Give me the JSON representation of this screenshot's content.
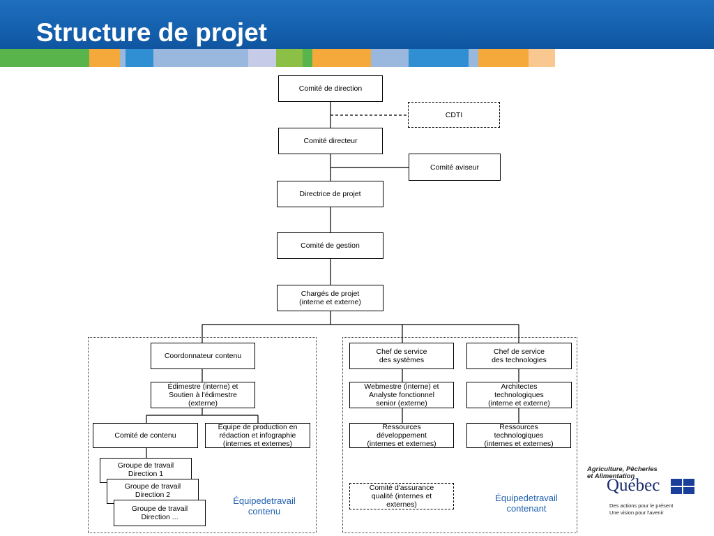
{
  "header": {
    "title": "Structure de projet"
  },
  "bar_colors": [
    "#58b44b",
    "#f5a93b",
    "#9ab7dd",
    "#2f8fd2",
    "#9ab7dd",
    "#c6cbe8",
    "#8bbf45",
    "#58b44b",
    "#f5a93b",
    "#9ab7dd",
    "#2f8fd2",
    "#9ab7dd",
    "#f5a93b",
    "#f9c890",
    "#ffffff"
  ],
  "boxes": {
    "comite_direction": {
      "l1": "Comité de direction"
    },
    "cdti": {
      "l1": "CDTI"
    },
    "comite_directeur": {
      "l1": "Comité directeur"
    },
    "comite_aviseur": {
      "l1": "Comité aviseur"
    },
    "directrice_projet": {
      "l1": "Directrice de projet"
    },
    "comite_gestion": {
      "l1": "Comité de gestion"
    },
    "charges_projet": {
      "l1": "Chargés de projet",
      "l2": "(interne et externe)"
    },
    "coordonnateur_contenu": {
      "l1": "Coordonnateur contenu"
    },
    "edimestre": {
      "l1": "Édimestre (interne) et",
      "l1b": "Soutien à l'édimestre",
      "l2": "(externe)"
    },
    "comite_contenu": {
      "l1": "Comité de contenu"
    },
    "equipe_production": {
      "l1": "Équipe de production en",
      "l1b": "rédaction et infographie",
      "l2": "(internes et externes)"
    },
    "groupe1": {
      "l1": "Groupe de travail",
      "l1b": "Direction 1"
    },
    "groupe2": {
      "l1": "Groupe de travail",
      "l1b": "Direction 2"
    },
    "groupe3": {
      "l1": "Groupe de travail",
      "l1b": "Direction ..."
    },
    "chef_systemes": {
      "l1": "Chef de service",
      "l1b": "des systèmes"
    },
    "webmestre": {
      "l1": "Webmestre (interne) et",
      "l1b": "Analyste fonctionnel",
      "l2": "senior (externe)"
    },
    "ressources_dev": {
      "l1": "Ressources",
      "l1b": "développement",
      "l2": "(internes et externes)"
    },
    "comite_assurance": {
      "l1": "Comité d'assurance",
      "l1b": "qualité (internes et",
      "l2": "externes)"
    },
    "chef_technologies": {
      "l1": "Chef de service",
      "l1b": "des technologies"
    },
    "architectes": {
      "l1": "Architectes",
      "l1b": "technologiques",
      "l2": "(interne et externe)"
    },
    "ressources_tech": {
      "l1": "Ressources",
      "l1b": "technologiques",
      "l2": "(internes et externes)"
    }
  },
  "regions": {
    "contenu_label": "Équipedetravail contenu",
    "contenant_label": "Équipedetravail contenant"
  },
  "logo": {
    "ministry_line1": "Agriculture, Pêcheries",
    "ministry_line2": "et Alimentation",
    "quebec": "Québec",
    "slogan_line1": "Des actions pour le présent",
    "slogan_line2": "Une vision pour l'avenir",
    "flag_color": "#1a3f9a"
  }
}
